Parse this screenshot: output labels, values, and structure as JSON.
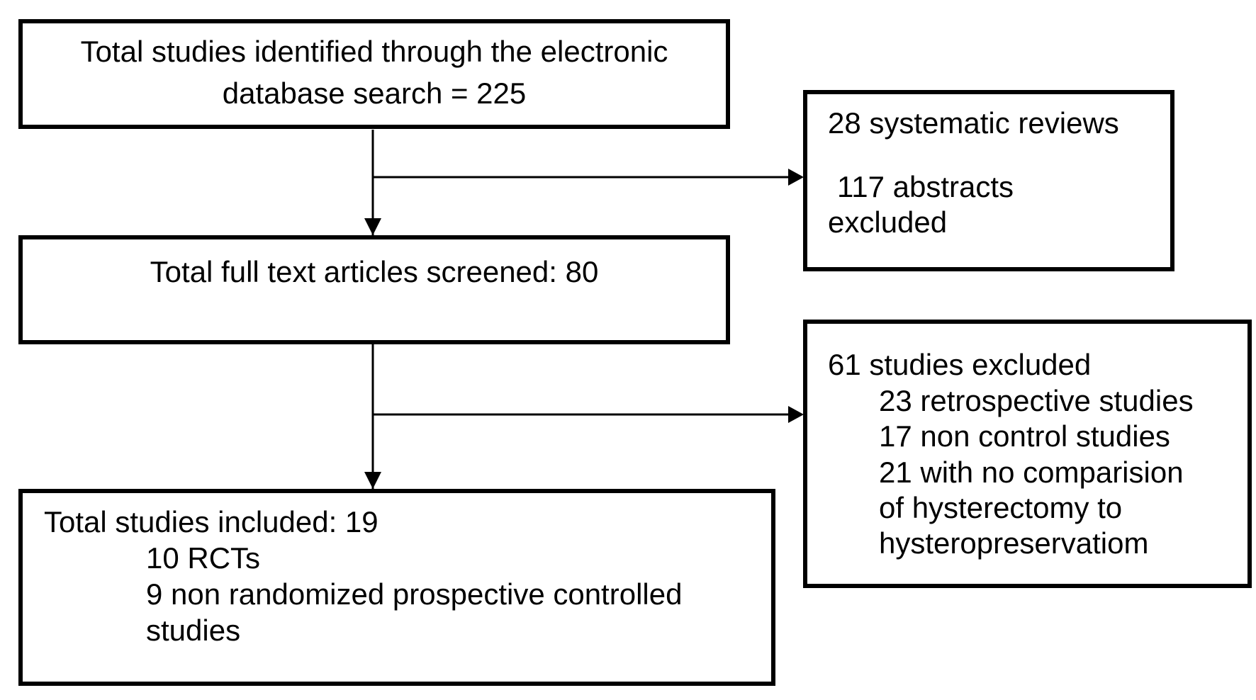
{
  "flowchart": {
    "identified": {
      "line1": "Total studies identified through the electronic",
      "line2": "database search = 225"
    },
    "excluded_first": {
      "line1": "28 systematic reviews",
      "line2": "117 abstracts",
      "line3": "excluded"
    },
    "screened": {
      "text": "Total full text articles screened: 80"
    },
    "excluded_second": {
      "header": "61 studies excluded",
      "items": [
        "23 retrospective studies",
        "17 non control studies",
        "21 with no comparision",
        "of hysterectomy to",
        "hysteropreservatiom"
      ]
    },
    "included": {
      "header": "Total studies included: 19",
      "items": [
        "10 RCTs",
        "9 non randomized prospective controlled",
        "studies"
      ]
    }
  }
}
